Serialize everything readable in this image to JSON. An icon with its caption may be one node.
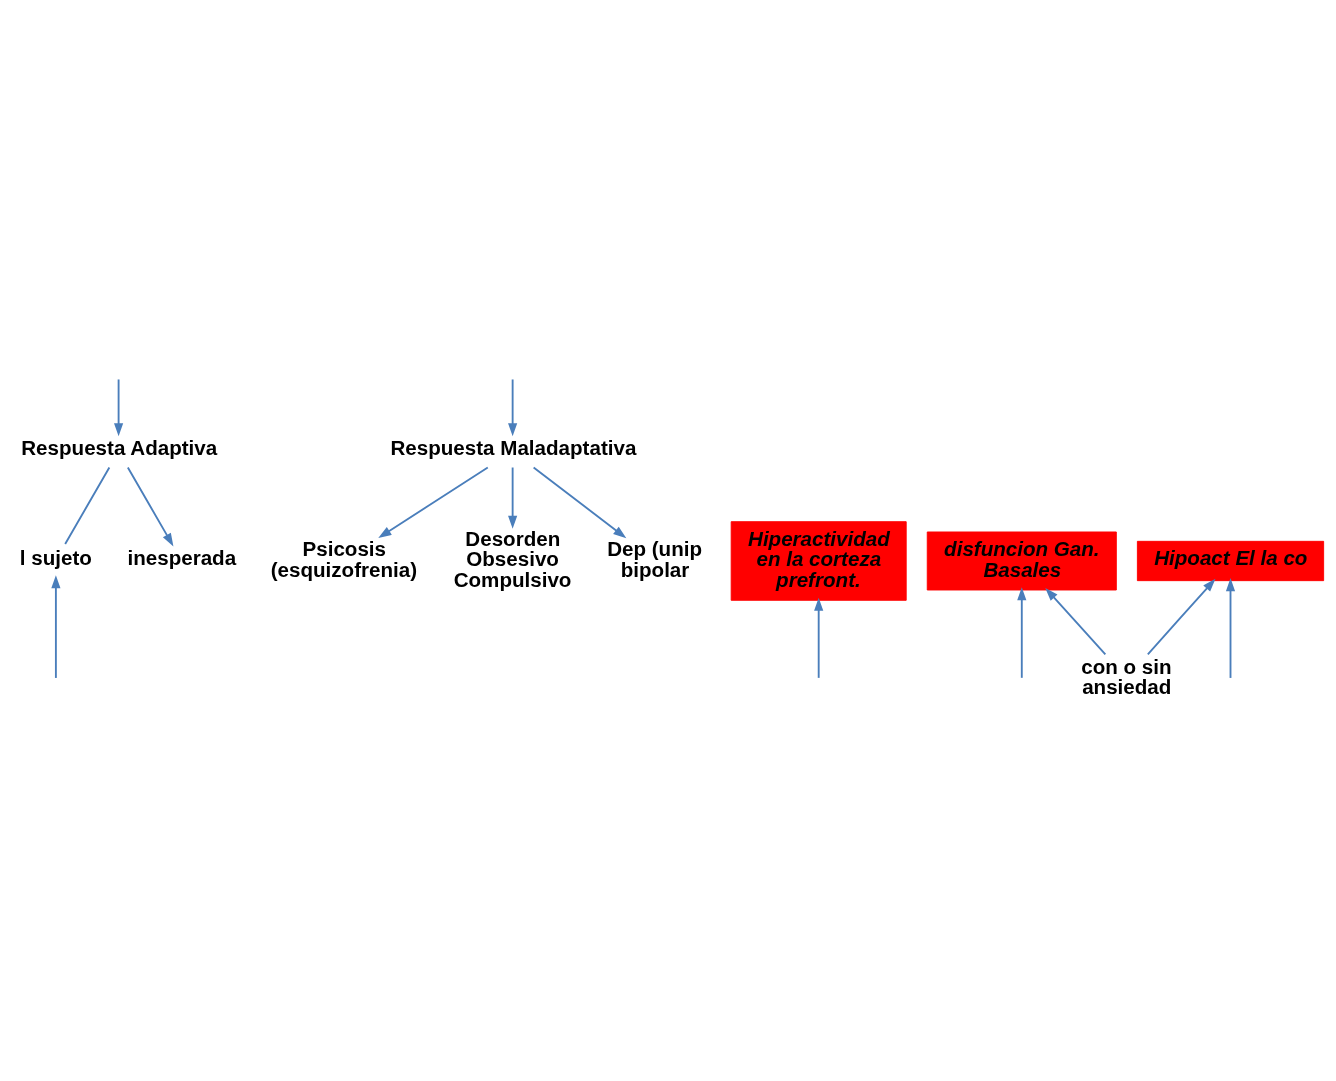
{
  "diagram": {
    "nodes": [
      {
        "text": [
          "Respuesta Adaptiva"
        ]
      },
      {
        "text": [
          "Respuesta Maladaptativa"
        ]
      },
      {
        "text": [
          "l sujeto"
        ]
      },
      {
        "text": [
          "inesperada"
        ]
      },
      {
        "text": [
          "Psicosis (esquizofrenia)"
        ]
      },
      {
        "text": [
          "Desorden Obsesivo Compulsivo"
        ]
      },
      {
        "text": [
          "Dep (unip bipolar"
        ]
      },
      {
        "text": [
          "Hiperactividad en la corteza prefront."
        ]
      },
      {
        "text": [
          "disfuncion Gan. Basales"
        ]
      },
      {
        "text": [
          "Hipoact El la co"
        ]
      },
      {
        "text": [
          "con o sin ansiedad"
        ]
      }
    ],
    "edges": [
      {
        "from": null,
        "to": 0,
        "arrow": "to"
      },
      {
        "from": null,
        "to": 1,
        "arrow": "to"
      },
      {
        "from": 0,
        "to": 2,
        "arrow": "none"
      },
      {
        "from": 0,
        "to": 3,
        "arrow": "to"
      },
      {
        "from": 1,
        "to": 4,
        "arrow": "to"
      },
      {
        "from": 1,
        "to": 5,
        "arrow": "to"
      },
      {
        "from": 1,
        "to": 6,
        "arrow": "to"
      },
      {
        "from": null,
        "to": 2,
        "arrow": "to"
      },
      {
        "from": null,
        "to": 7,
        "arrow": "to"
      },
      {
        "from": null,
        "to": 8,
        "arrow": "to"
      },
      {
        "from": null,
        "to": 9,
        "arrow": "to"
      },
      {
        "from": 10,
        "to": 8,
        "arrow": "to"
      },
      {
        "from": 10,
        "to": 9,
        "arrow": "to"
      }
    ]
  }
}
